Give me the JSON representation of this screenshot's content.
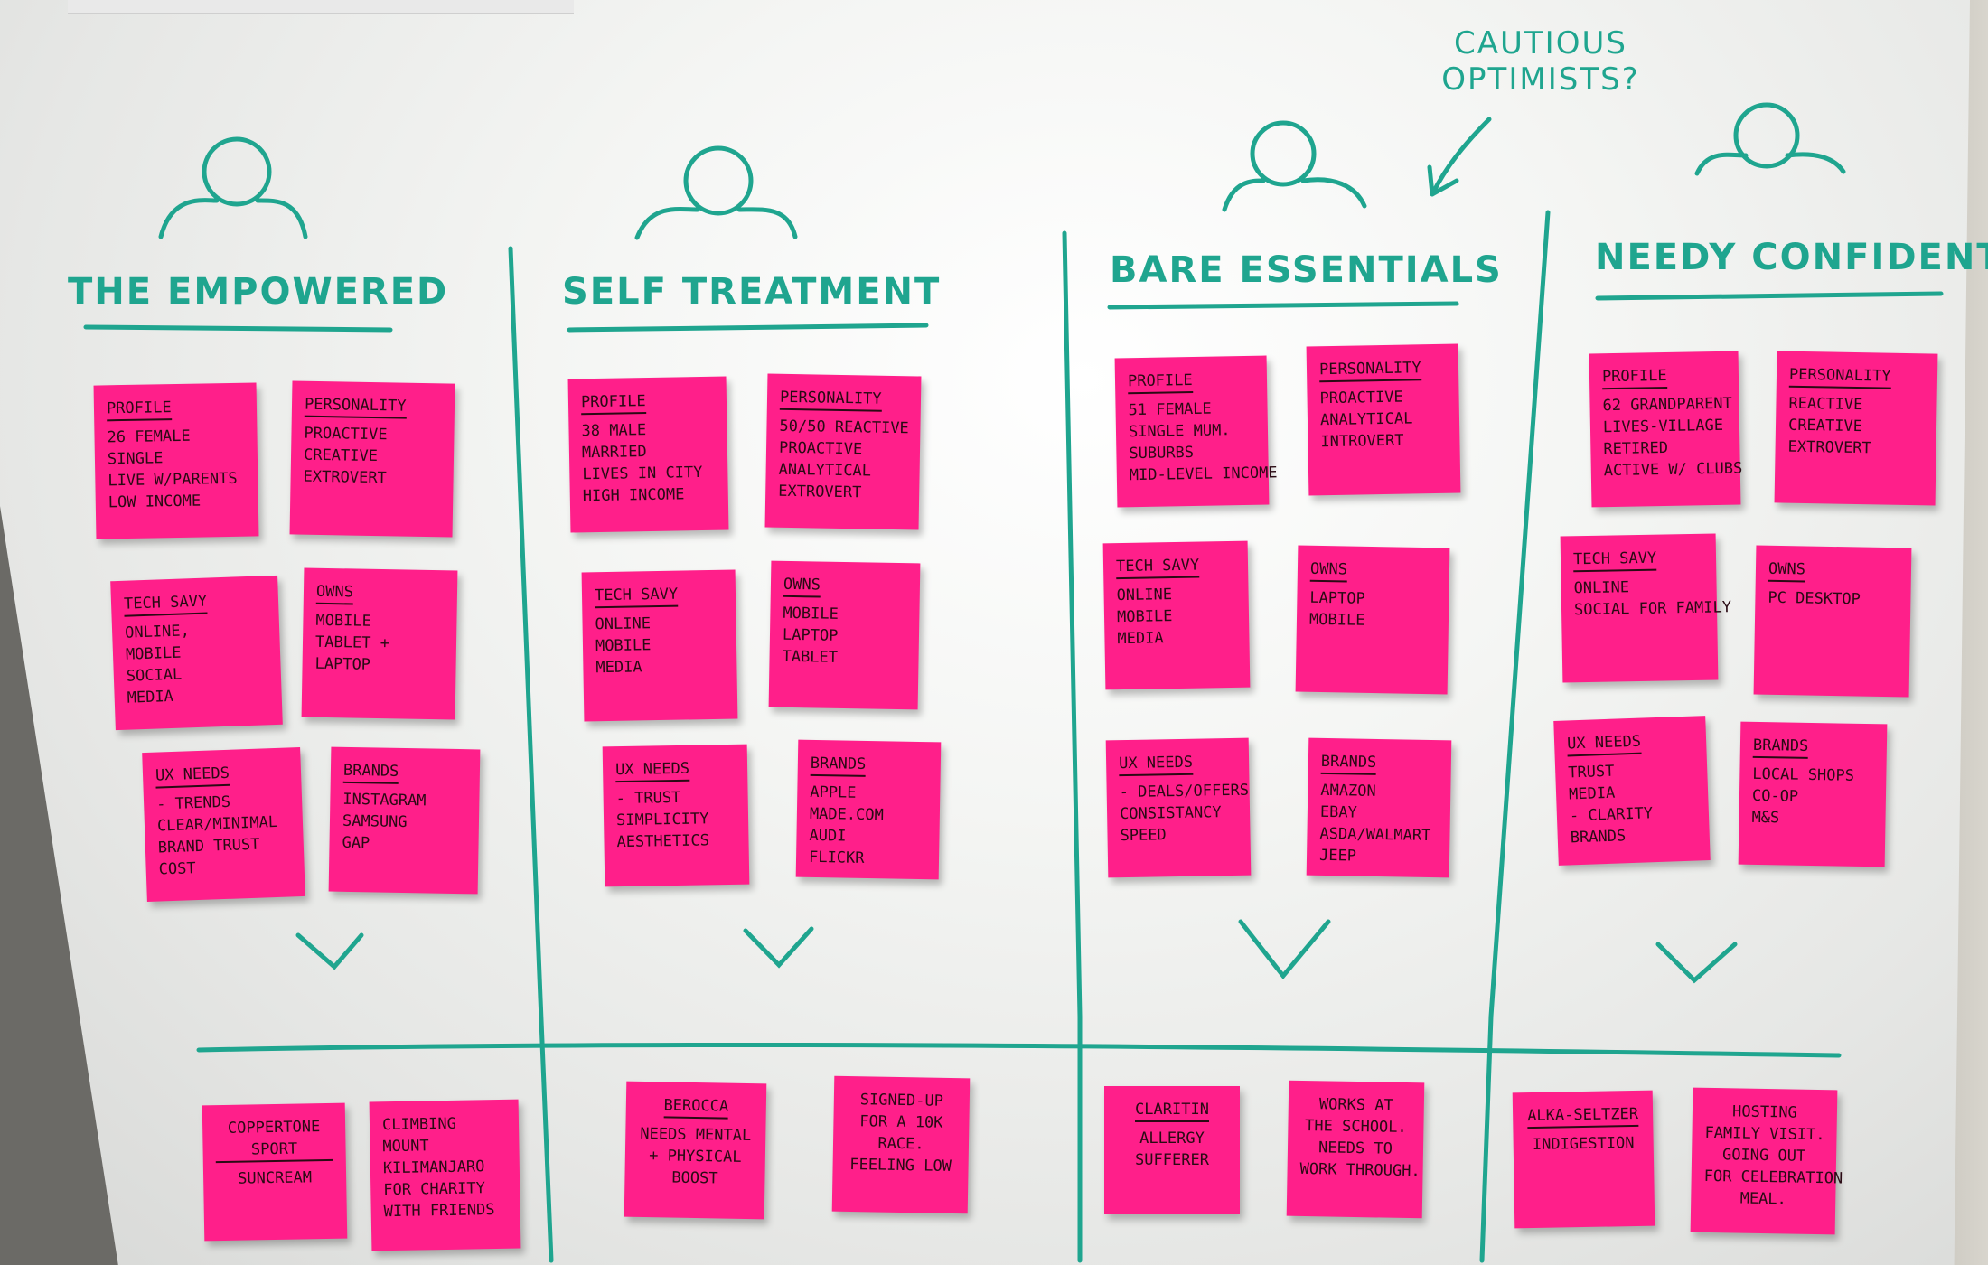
{
  "annotation": "CAUTIOUS OPTIMISTS?",
  "colors": {
    "marker": "#1fa58f",
    "sticky": "#ff1f8a"
  },
  "personas": [
    {
      "title": "THE EMPOWERED",
      "notes": [
        {
          "heading": "PROFILE",
          "lines": [
            "26 FEMALE",
            "SINGLE",
            "LIVE W/PARENTS",
            "LOW INCOME"
          ]
        },
        {
          "heading": "PERSONALITY",
          "lines": [
            "PROACTIVE",
            "CREATIVE",
            "EXTROVERT"
          ]
        },
        {
          "heading": "TECH SAVY",
          "lines": [
            "ONLINE,",
            "MOBILE",
            "SOCIAL",
            "MEDIA"
          ]
        },
        {
          "heading": "OWNS",
          "lines": [
            "MOBILE",
            "TABLET +",
            "LAPTOP"
          ]
        },
        {
          "heading": "UX NEEDS",
          "lines": [
            "- TRENDS",
            "CLEAR/MINIMAL",
            "BRAND TRUST",
            "COST"
          ]
        },
        {
          "heading": "BRANDS",
          "lines": [
            "INSTAGRAM",
            "SAMSUNG",
            "GAP"
          ]
        }
      ],
      "scenarios": [
        {
          "title": "COPPERTONE SPORT",
          "lines": [
            "SUNCREAM"
          ]
        },
        {
          "title": "",
          "lines": [
            "CLIMBING",
            "MOUNT",
            "KILIMANJARO",
            "FOR CHARITY",
            "WITH FRIENDS"
          ]
        }
      ]
    },
    {
      "title": "SELF TREATMENT",
      "notes": [
        {
          "heading": "PROFILE",
          "lines": [
            "38 MALE",
            "MARRIED",
            "LIVES IN CITY",
            "HIGH INCOME"
          ]
        },
        {
          "heading": "PERSONALITY",
          "lines": [
            "50/50 REACTIVE",
            "PROACTIVE",
            "ANALYTICAL",
            "EXTROVERT"
          ]
        },
        {
          "heading": "TECH SAVY",
          "lines": [
            "ONLINE",
            "MOBILE",
            "MEDIA"
          ]
        },
        {
          "heading": "OWNS",
          "lines": [
            "MOBILE",
            "LAPTOP",
            "TABLET"
          ]
        },
        {
          "heading": "UX NEEDS",
          "lines": [
            "- TRUST",
            "SIMPLICITY",
            "AESTHETICS"
          ]
        },
        {
          "heading": "BRANDS",
          "lines": [
            "APPLE",
            "MADE.COM",
            "AUDI",
            "FLICKR"
          ]
        }
      ],
      "scenarios": [
        {
          "title": "BEROCCA",
          "lines": [
            "NEEDS MENTAL",
            "+ PHYSICAL",
            "BOOST"
          ]
        },
        {
          "title": "",
          "lines": [
            "SIGNED-UP",
            "FOR A 10K",
            "RACE.",
            "FEELING LOW"
          ]
        }
      ]
    },
    {
      "title": "BARE ESSENTIALS",
      "notes": [
        {
          "heading": "PROFILE",
          "lines": [
            "51 FEMALE",
            "SINGLE MUM.",
            "SUBURBS",
            "MID-LEVEL INCOME"
          ]
        },
        {
          "heading": "PERSONALITY",
          "lines": [
            "PROACTIVE",
            "ANALYTICAL",
            "INTROVERT"
          ]
        },
        {
          "heading": "TECH SAVY",
          "lines": [
            "ONLINE",
            "MOBILE",
            "MEDIA"
          ]
        },
        {
          "heading": "OWNS",
          "lines": [
            "LAPTOP",
            "MOBILE"
          ]
        },
        {
          "heading": "UX NEEDS",
          "lines": [
            "- DEALS/OFFERS",
            "CONSISTANCY",
            "SPEED"
          ]
        },
        {
          "heading": "BRANDS",
          "lines": [
            "AMAZON",
            "EBAY",
            "ASDA/WALMART",
            "JEEP"
          ]
        }
      ],
      "scenarios": [
        {
          "title": "CLARITIN",
          "lines": [
            "ALLERGY",
            "SUFFERER"
          ]
        },
        {
          "title": "",
          "lines": [
            "WORKS AT",
            "THE SCHOOL.",
            "NEEDS TO",
            "WORK THROUGH."
          ]
        }
      ]
    },
    {
      "title": "NEEDY CONFIDENTS",
      "notes": [
        {
          "heading": "PROFILE",
          "lines": [
            "62 GRANDPARENT",
            "LIVES-VILLAGE",
            "RETIRED",
            "ACTIVE W/ CLUBS"
          ]
        },
        {
          "heading": "PERSONALITY",
          "lines": [
            "REACTIVE",
            "CREATIVE",
            "EXTROVERT"
          ]
        },
        {
          "heading": "TECH SAVY",
          "lines": [
            "ONLINE",
            "SOCIAL FOR FAMILY"
          ]
        },
        {
          "heading": "OWNS",
          "lines": [
            "PC DESKTOP"
          ]
        },
        {
          "heading": "UX NEEDS",
          "lines": [
            "TRUST",
            "MEDIA",
            "- CLARITY",
            "BRANDS"
          ]
        },
        {
          "heading": "BRANDS",
          "lines": [
            "LOCAL SHOPS",
            "CO-OP",
            "M&S"
          ]
        }
      ],
      "scenarios": [
        {
          "title": "ALKA-SELTZER",
          "lines": [
            "INDIGESTION"
          ]
        },
        {
          "title": "",
          "lines": [
            "HOSTING",
            "FAMILY VISIT.",
            "GOING OUT",
            "FOR CELEBRATION",
            "MEAL."
          ]
        }
      ]
    }
  ]
}
